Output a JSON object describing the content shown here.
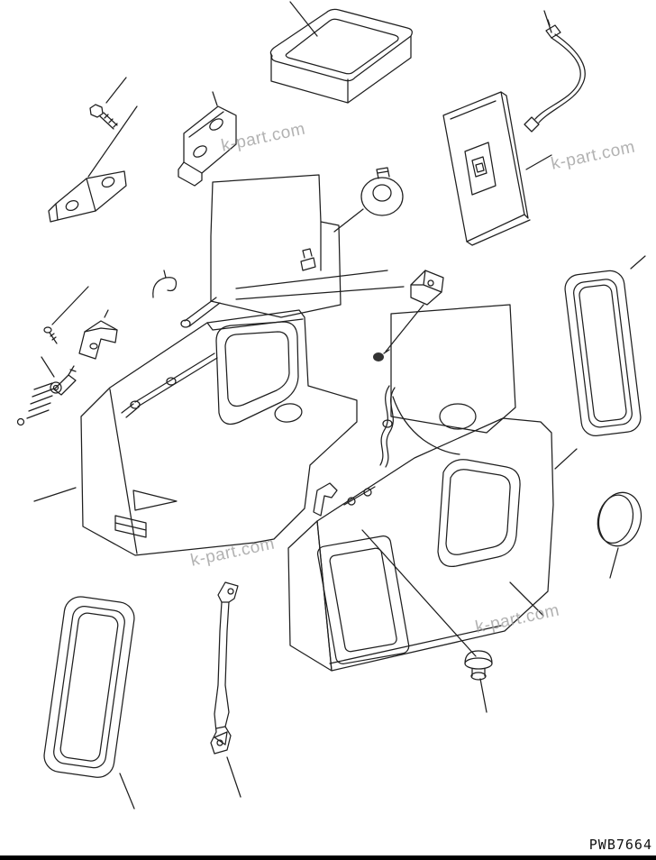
{
  "page": {
    "background": "#ffffff",
    "line_color": "#1f1f1f",
    "watermark_color": "#a0a0a0"
  },
  "watermarks": [
    {
      "text": "k-part.com"
    },
    {
      "text": "k-part.com"
    },
    {
      "text": "k-part.com"
    },
    {
      "text": "k-part.com"
    }
  ],
  "footer": {
    "part_code": "PWB7664"
  }
}
